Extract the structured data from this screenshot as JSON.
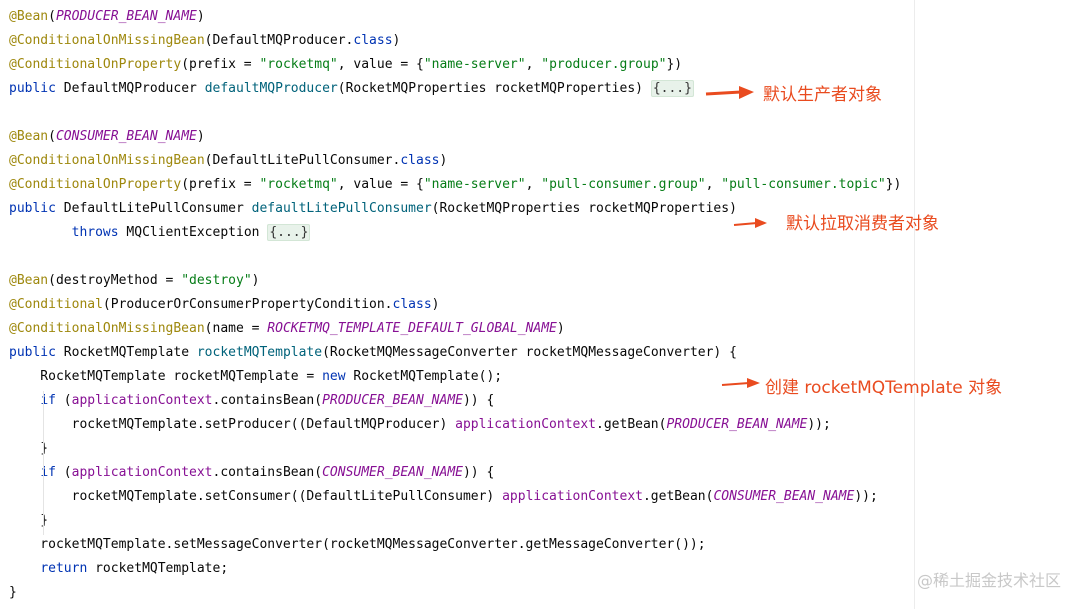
{
  "code_lines": [
    {
      "tokens": [
        {
          "c": "ann",
          "t": "@Bean"
        },
        {
          "c": "",
          "t": "("
        },
        {
          "c": "const",
          "t": "PRODUCER_BEAN_NAME"
        },
        {
          "c": "",
          "t": ")"
        }
      ]
    },
    {
      "tokens": [
        {
          "c": "ann",
          "t": "@ConditionalOnMissingBean"
        },
        {
          "c": "",
          "t": "(DefaultMQProducer."
        },
        {
          "c": "kw",
          "t": "class"
        },
        {
          "c": "",
          "t": ")"
        }
      ]
    },
    {
      "tokens": [
        {
          "c": "ann",
          "t": "@ConditionalOnProperty"
        },
        {
          "c": "",
          "t": "(prefix = "
        },
        {
          "c": "str",
          "t": "\"rocketmq\""
        },
        {
          "c": "",
          "t": ", value = {"
        },
        {
          "c": "str",
          "t": "\"name-server\""
        },
        {
          "c": "",
          "t": ", "
        },
        {
          "c": "str",
          "t": "\"producer.group\""
        },
        {
          "c": "",
          "t": "})"
        }
      ]
    },
    {
      "tokens": [
        {
          "c": "kw",
          "t": "public"
        },
        {
          "c": "",
          "t": " DefaultMQProducer "
        },
        {
          "c": "fn",
          "t": "defaultMQProducer"
        },
        {
          "c": "",
          "t": "(RocketMQProperties rocketMQProperties) "
        },
        {
          "c": "fold",
          "t": "{...}"
        }
      ]
    },
    {
      "tokens": []
    },
    {
      "tokens": [
        {
          "c": "ann",
          "t": "@Bean"
        },
        {
          "c": "",
          "t": "("
        },
        {
          "c": "const",
          "t": "CONSUMER_BEAN_NAME"
        },
        {
          "c": "",
          "t": ")"
        }
      ]
    },
    {
      "tokens": [
        {
          "c": "ann",
          "t": "@ConditionalOnMissingBean"
        },
        {
          "c": "",
          "t": "(DefaultLitePullConsumer."
        },
        {
          "c": "kw",
          "t": "class"
        },
        {
          "c": "",
          "t": ")"
        }
      ]
    },
    {
      "tokens": [
        {
          "c": "ann",
          "t": "@ConditionalOnProperty"
        },
        {
          "c": "",
          "t": "(prefix = "
        },
        {
          "c": "str",
          "t": "\"rocketmq\""
        },
        {
          "c": "",
          "t": ", value = {"
        },
        {
          "c": "str",
          "t": "\"name-server\""
        },
        {
          "c": "",
          "t": ", "
        },
        {
          "c": "str",
          "t": "\"pull-consumer.group\""
        },
        {
          "c": "",
          "t": ", "
        },
        {
          "c": "str",
          "t": "\"pull-consumer.topic\""
        },
        {
          "c": "",
          "t": "})"
        }
      ]
    },
    {
      "tokens": [
        {
          "c": "kw",
          "t": "public"
        },
        {
          "c": "",
          "t": " DefaultLitePullConsumer "
        },
        {
          "c": "fn",
          "t": "defaultLitePullConsumer"
        },
        {
          "c": "",
          "t": "(RocketMQProperties rocketMQProperties)"
        }
      ]
    },
    {
      "tokens": [
        {
          "c": "",
          "t": "        "
        },
        {
          "c": "kw",
          "t": "throws"
        },
        {
          "c": "",
          "t": " MQClientException "
        },
        {
          "c": "fold",
          "t": "{...}"
        }
      ]
    },
    {
      "tokens": []
    },
    {
      "tokens": [
        {
          "c": "ann",
          "t": "@Bean"
        },
        {
          "c": "",
          "t": "(destroyMethod = "
        },
        {
          "c": "str",
          "t": "\"destroy\""
        },
        {
          "c": "",
          "t": ")"
        }
      ]
    },
    {
      "tokens": [
        {
          "c": "ann",
          "t": "@Conditional"
        },
        {
          "c": "",
          "t": "(ProducerOrConsumerPropertyCondition."
        },
        {
          "c": "kw",
          "t": "class"
        },
        {
          "c": "",
          "t": ")"
        }
      ]
    },
    {
      "tokens": [
        {
          "c": "ann",
          "t": "@ConditionalOnMissingBean"
        },
        {
          "c": "",
          "t": "(name = "
        },
        {
          "c": "const",
          "t": "ROCKETMQ_TEMPLATE_DEFAULT_GLOBAL_NAME"
        },
        {
          "c": "",
          "t": ")"
        }
      ]
    },
    {
      "tokens": [
        {
          "c": "kw",
          "t": "public"
        },
        {
          "c": "",
          "t": " RocketMQTemplate "
        },
        {
          "c": "fn",
          "t": "rocketMQTemplate"
        },
        {
          "c": "",
          "t": "(RocketMQMessageConverter rocketMQMessageConverter) {"
        }
      ]
    },
    {
      "tokens": [
        {
          "c": "",
          "t": "    RocketMQTemplate rocketMQTemplate = "
        },
        {
          "c": "kw",
          "t": "new"
        },
        {
          "c": "",
          "t": " RocketMQTemplate();"
        }
      ]
    },
    {
      "tokens": [
        {
          "c": "",
          "t": "    "
        },
        {
          "c": "kw",
          "t": "if"
        },
        {
          "c": "",
          "t": " ("
        },
        {
          "c": "field",
          "t": "applicationContext"
        },
        {
          "c": "",
          "t": ".containsBean("
        },
        {
          "c": "const",
          "t": "PRODUCER_BEAN_NAME"
        },
        {
          "c": "",
          "t": ")) {"
        }
      ]
    },
    {
      "tokens": [
        {
          "c": "",
          "t": "        rocketMQTemplate.setProducer((DefaultMQProducer) "
        },
        {
          "c": "field",
          "t": "applicationContext"
        },
        {
          "c": "",
          "t": ".getBean("
        },
        {
          "c": "const",
          "t": "PRODUCER_BEAN_NAME"
        },
        {
          "c": "",
          "t": "));"
        }
      ]
    },
    {
      "tokens": [
        {
          "c": "",
          "t": "    }"
        }
      ]
    },
    {
      "tokens": [
        {
          "c": "",
          "t": "    "
        },
        {
          "c": "kw",
          "t": "if"
        },
        {
          "c": "",
          "t": " ("
        },
        {
          "c": "field",
          "t": "applicationContext"
        },
        {
          "c": "",
          "t": ".containsBean("
        },
        {
          "c": "const",
          "t": "CONSUMER_BEAN_NAME"
        },
        {
          "c": "",
          "t": ")) {"
        }
      ]
    },
    {
      "tokens": [
        {
          "c": "",
          "t": "        rocketMQTemplate.setConsumer((DefaultLitePullConsumer) "
        },
        {
          "c": "field",
          "t": "applicationContext"
        },
        {
          "c": "",
          "t": ".getBean("
        },
        {
          "c": "const",
          "t": "CONSUMER_BEAN_NAME"
        },
        {
          "c": "",
          "t": "));"
        }
      ]
    },
    {
      "tokens": [
        {
          "c": "",
          "t": "    }"
        }
      ]
    },
    {
      "tokens": [
        {
          "c": "",
          "t": "    rocketMQTemplate.setMessageConverter(rocketMQMessageConverter.getMessageConverter());"
        }
      ]
    },
    {
      "tokens": [
        {
          "c": "",
          "t": "    "
        },
        {
          "c": "kw",
          "t": "return"
        },
        {
          "c": "",
          "t": " rocketMQTemplate;"
        }
      ]
    },
    {
      "tokens": [
        {
          "c": "",
          "t": "}"
        }
      ]
    }
  ],
  "annotations": {
    "producer": "默认生产者对象",
    "pull_consumer": "默认拉取消费者对象",
    "template": "创建 rocketMQTemplate 对象"
  },
  "watermark": "@稀土掘金技术社区",
  "colors": {
    "annotation_arrow": "#e94b1f",
    "keyword": "#0033b3",
    "string": "#067d17",
    "annotation": "#9e880d",
    "method_decl": "#00627a",
    "constant": "#871094"
  }
}
